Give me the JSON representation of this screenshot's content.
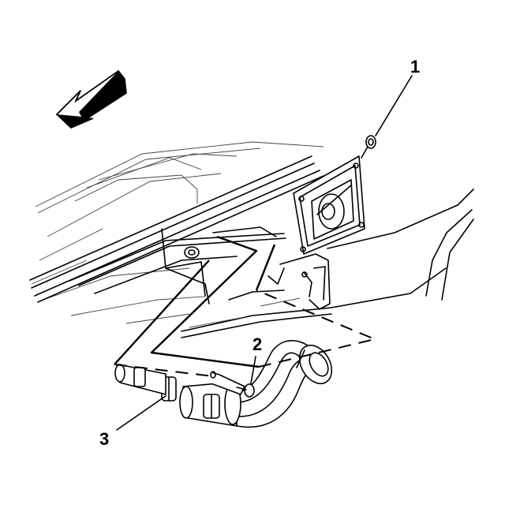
{
  "callouts": [
    {
      "id": "1",
      "label": "1"
    },
    {
      "id": "2",
      "label": "2"
    },
    {
      "id": "3",
      "label": "3"
    }
  ],
  "icons": {
    "direction": "forward-arrow-icon"
  }
}
